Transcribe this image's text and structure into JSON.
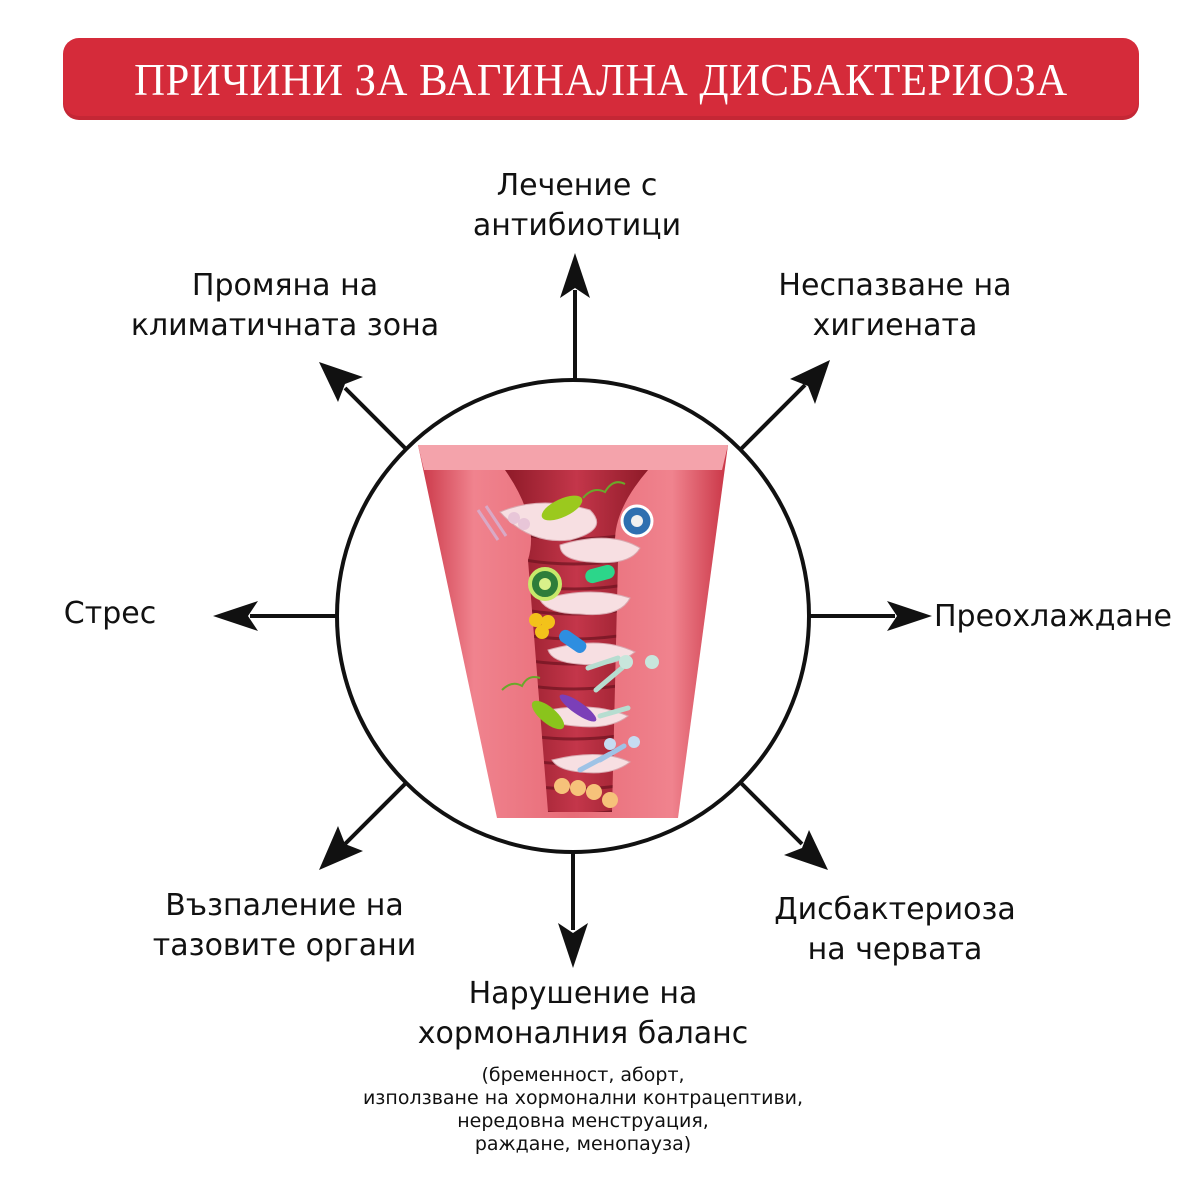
{
  "title": "ПРИЧИНИ ЗА ВАГИНАЛНА ДИСБАКТЕРИОЗА",
  "colors": {
    "banner": "#d52b3a",
    "title_text": "#ffffff",
    "arrows": "#111111",
    "tissue": "#e25563",
    "tissue_light": "#f0838e",
    "tissue_dark": "#a52232"
  },
  "causes": {
    "top": [
      "Лечение с",
      "антибиотици"
    ],
    "top_left": [
      "Промяна на",
      "климатичната зона"
    ],
    "top_right": [
      "Неспазване на",
      "хигиената"
    ],
    "left": [
      "Стрес"
    ],
    "right": [
      "Преохлаждане"
    ],
    "bottom_left": [
      "Възпаление на",
      "тазовите органи"
    ],
    "bottom_right": [
      "Дисбактериоза",
      "на червата"
    ],
    "bottom": [
      "Нарушение на",
      "хормоналния баланс"
    ],
    "bottom_details": [
      "(бременност, аборт,",
      "използване на хормонални контрацептиви,",
      "нередовна менструация,",
      "раждане, менопауза)"
    ]
  },
  "center_image": "vaginal-canal-microflora-illustration"
}
